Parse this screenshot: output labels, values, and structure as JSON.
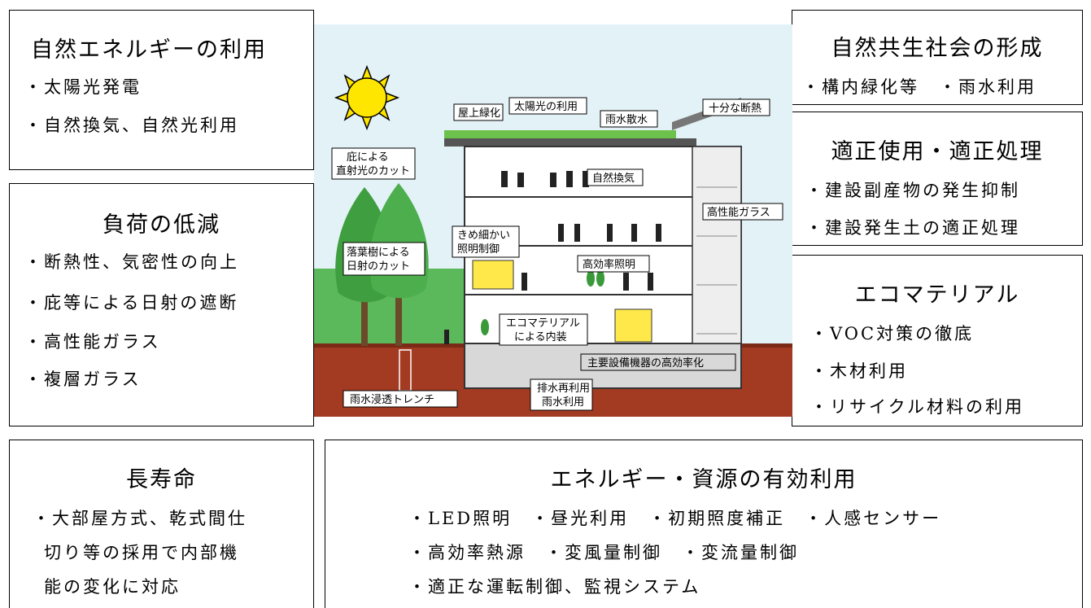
{
  "boxes": {
    "natural_energy": {
      "title": "自然エネルギーの利用",
      "items": [
        "・太陽光発電",
        "・自然換気、自然光利用"
      ]
    },
    "load_reduction": {
      "title": "負荷の低減",
      "items": [
        "・断熱性、気密性の向上",
        "・庇等による日射の遮断",
        "・高性能ガラス",
        "・複層ガラス"
      ]
    },
    "coexistence": {
      "title": "自然共生社会の形成",
      "items": [
        "・構内緑化等　・雨水利用"
      ]
    },
    "proper_use": {
      "title": "適正使用・適正処理",
      "items": [
        "・建設副産物の発生抑制",
        "・建設発生土の適正処理"
      ]
    },
    "eco_material": {
      "title": "エコマテリアル",
      "items": [
        "・VOC対策の徹底",
        "・木材利用",
        "・リサイクル材料の利用"
      ]
    },
    "long_life": {
      "title": "長寿命",
      "items": [
        "・大部屋方式、乾式間仕",
        "切り等の採用で内部機",
        "能の変化に対応"
      ]
    },
    "energy_resource": {
      "title": "エネルギー・資源の有効利用",
      "items": [
        "・LED照明　・昼光利用　・初期照度補正　・人感センサー",
        "・高効率熱源　・変風量制御　・変流量制御",
        "・適正な運転制御、監視システム"
      ]
    }
  },
  "illustration": {
    "labels": {
      "rooftop_green": "屋上緑化",
      "solar_use": "太陽光の利用",
      "rain_sprinkle": "雨水散水",
      "insulation": "十分な断熱",
      "eaves_l1": "庇による",
      "eaves_l2": "直射光のカット",
      "nat_vent": "自然換気",
      "hp_glass": "高性能ガラス",
      "fine_light_l1": "きめ細かい",
      "fine_light_l2": "照明制御",
      "deciduous_l1": "落葉樹による",
      "deciduous_l2": "日射のカット",
      "hi_eff_light": "高効率照明",
      "eco_interior_l1": "エコマテリアル",
      "eco_interior_l2": "による内装",
      "equipment": "主要設備機器の高効率化",
      "drain_l1": "排水再利用",
      "drain_l2": "雨水利用",
      "trench": "雨水浸透トレンチ"
    },
    "colors": {
      "sky": "#e3f2f7",
      "ground": "#a33a22",
      "tree": "#4cae4c",
      "sun": "#ffe600",
      "building_floor": "#4a4a4a"
    }
  }
}
